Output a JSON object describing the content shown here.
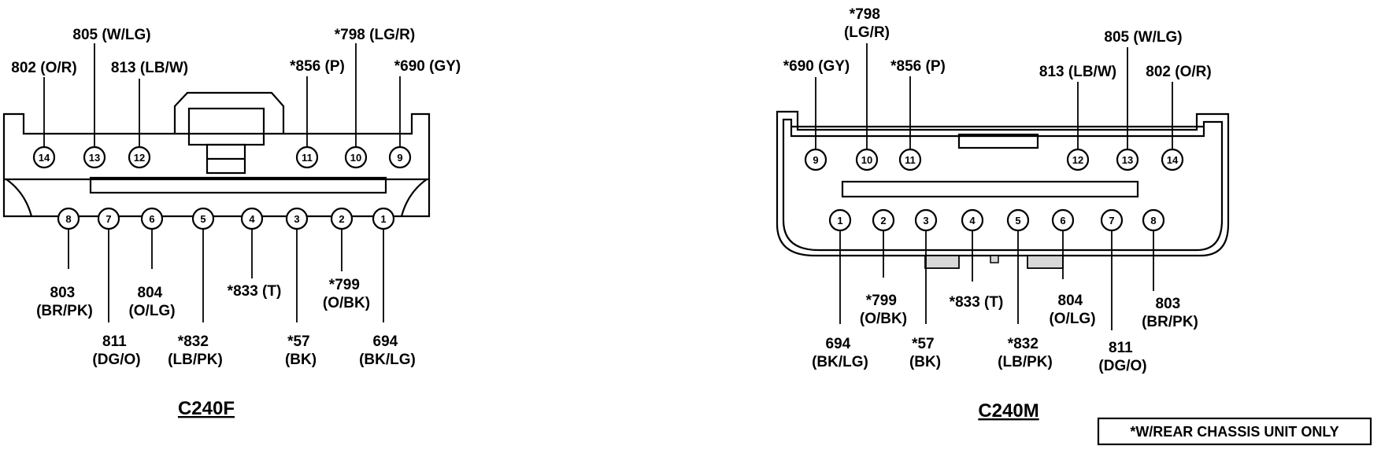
{
  "connectors": [
    {
      "id": "f",
      "title": "C240F",
      "labels": [
        {
          "pin": "14",
          "lines": [
            "802 (O/R)"
          ]
        },
        {
          "pin": "13",
          "lines": [
            "805 (W/LG)"
          ]
        },
        {
          "pin": "12",
          "lines": [
            "813 (LB/W)"
          ]
        },
        {
          "pin": "11",
          "lines": [
            "*856 (P)"
          ]
        },
        {
          "pin": "10",
          "lines": [
            "*798 (LG/R)"
          ]
        },
        {
          "pin": "9",
          "lines": [
            "*690 (GY)"
          ]
        },
        {
          "pin": "8",
          "lines": [
            "803",
            "(BR/PK)"
          ]
        },
        {
          "pin": "7",
          "lines": [
            "811",
            "(DG/O)"
          ]
        },
        {
          "pin": "6",
          "lines": [
            "804",
            "(O/LG)"
          ]
        },
        {
          "pin": "5",
          "lines": [
            "*832",
            "(LB/PK)"
          ]
        },
        {
          "pin": "4",
          "lines": [
            "*833 (T)"
          ]
        },
        {
          "pin": "3",
          "lines": [
            "*57",
            "(BK)"
          ]
        },
        {
          "pin": "2",
          "lines": [
            "*799",
            "(O/BK)"
          ]
        },
        {
          "pin": "1",
          "lines": [
            "694",
            "(BK/LG)"
          ]
        }
      ]
    },
    {
      "id": "m",
      "title": "C240M",
      "labels": [
        {
          "pin": "9",
          "lines": [
            "*690 (GY)"
          ]
        },
        {
          "pin": "10",
          "lines": [
            "*798",
            "(LG/R)"
          ]
        },
        {
          "pin": "11",
          "lines": [
            "*856 (P)"
          ]
        },
        {
          "pin": "12",
          "lines": [
            "813 (LB/W)"
          ]
        },
        {
          "pin": "13",
          "lines": [
            "805  (W/LG)"
          ]
        },
        {
          "pin": "14",
          "lines": [
            "802 (O/R)"
          ]
        },
        {
          "pin": "1",
          "lines": [
            "694",
            "(BK/LG)"
          ]
        },
        {
          "pin": "2",
          "lines": [
            "*799",
            "(O/BK)"
          ]
        },
        {
          "pin": "3",
          "lines": [
            "*57",
            "(BK)"
          ]
        },
        {
          "pin": "4",
          "lines": [
            "*833 (T)"
          ]
        },
        {
          "pin": "5",
          "lines": [
            "*832",
            "(LB/PK)"
          ]
        },
        {
          "pin": "6",
          "lines": [
            "804",
            "(O/LG)"
          ]
        },
        {
          "pin": "7",
          "lines": [
            "811",
            "(DG/O)"
          ]
        },
        {
          "pin": "8",
          "lines": [
            "803",
            "(BR/PK)"
          ]
        }
      ]
    }
  ],
  "note": "*W/REAR CHASSIS UNIT ONLY"
}
